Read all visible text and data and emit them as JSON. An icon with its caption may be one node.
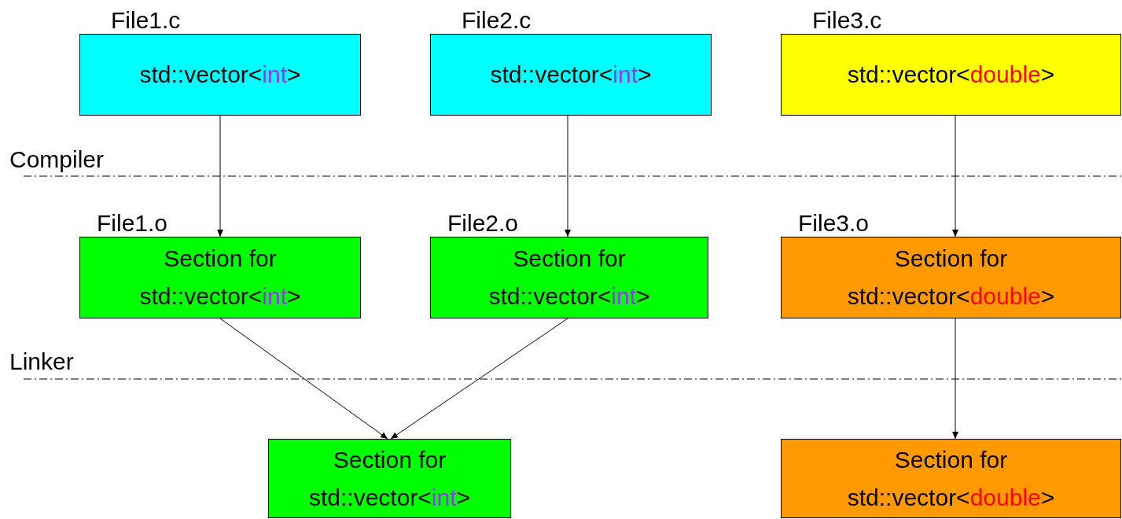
{
  "diagram": {
    "nodes": [
      {
        "text": [
          "File1.c",
          "std::vector<int>"
        ]
      },
      {
        "text": [
          "File2.c",
          "std::vector<int>"
        ]
      },
      {
        "text": [
          "File3.c",
          "std::vector<double>"
        ]
      },
      {
        "text": [
          "File1.o",
          "Section for std::vector<int>"
        ]
      },
      {
        "text": [
          "File2.o",
          "Section for std::vector<int>"
        ]
      },
      {
        "text": [
          "File3.o",
          "Section for std::vector<double>"
        ]
      },
      {
        "text": [
          "Section for std::vector<int>"
        ]
      },
      {
        "text": [
          "Section for std::vector<double>"
        ]
      }
    ],
    "edges": [
      {
        "from": 0,
        "to": 3,
        "arrow": "to"
      },
      {
        "from": 1,
        "to": 4,
        "arrow": "to"
      },
      {
        "from": 2,
        "to": 5,
        "arrow": "to"
      },
      {
        "from": 3,
        "to": 6,
        "arrow": "to"
      },
      {
        "from": 4,
        "to": 6,
        "arrow": "to"
      },
      {
        "from": 5,
        "to": 7,
        "arrow": "to"
      }
    ],
    "labels": [
      "Compiler",
      "Linker"
    ]
  }
}
